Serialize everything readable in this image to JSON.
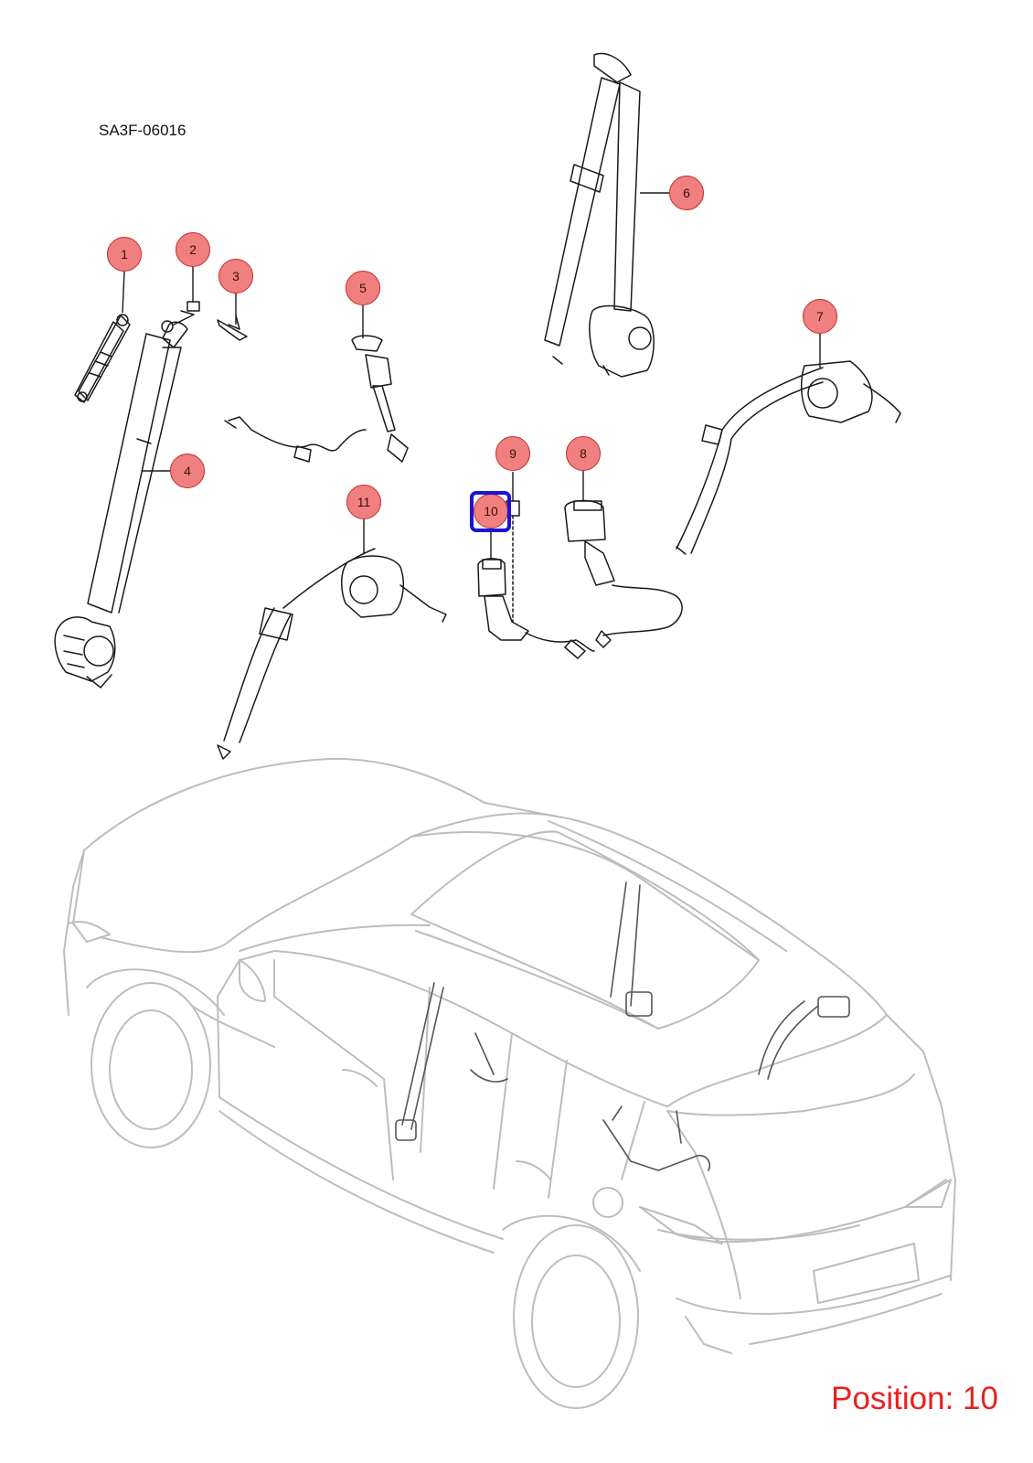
{
  "diagram": {
    "code": "SA3F-06016",
    "position_label": "Position: 10",
    "selected_callout": "10"
  },
  "callouts": [
    {
      "id": "1",
      "label": "1"
    },
    {
      "id": "2",
      "label": "2"
    },
    {
      "id": "3",
      "label": "3"
    },
    {
      "id": "4",
      "label": "4"
    },
    {
      "id": "5",
      "label": "5"
    },
    {
      "id": "6",
      "label": "6"
    },
    {
      "id": "7",
      "label": "7"
    },
    {
      "id": "8",
      "label": "8"
    },
    {
      "id": "9",
      "label": "9"
    },
    {
      "id": "10",
      "label": "10"
    },
    {
      "id": "11",
      "label": "11"
    }
  ],
  "colors": {
    "callout_fill": "#f08080",
    "callout_border": "#c62a2a",
    "highlight": "#1a14d6",
    "position_text": "#e8201f",
    "part_line": "#1a1a1a",
    "vehicle_line": "#bdbdbd"
  }
}
